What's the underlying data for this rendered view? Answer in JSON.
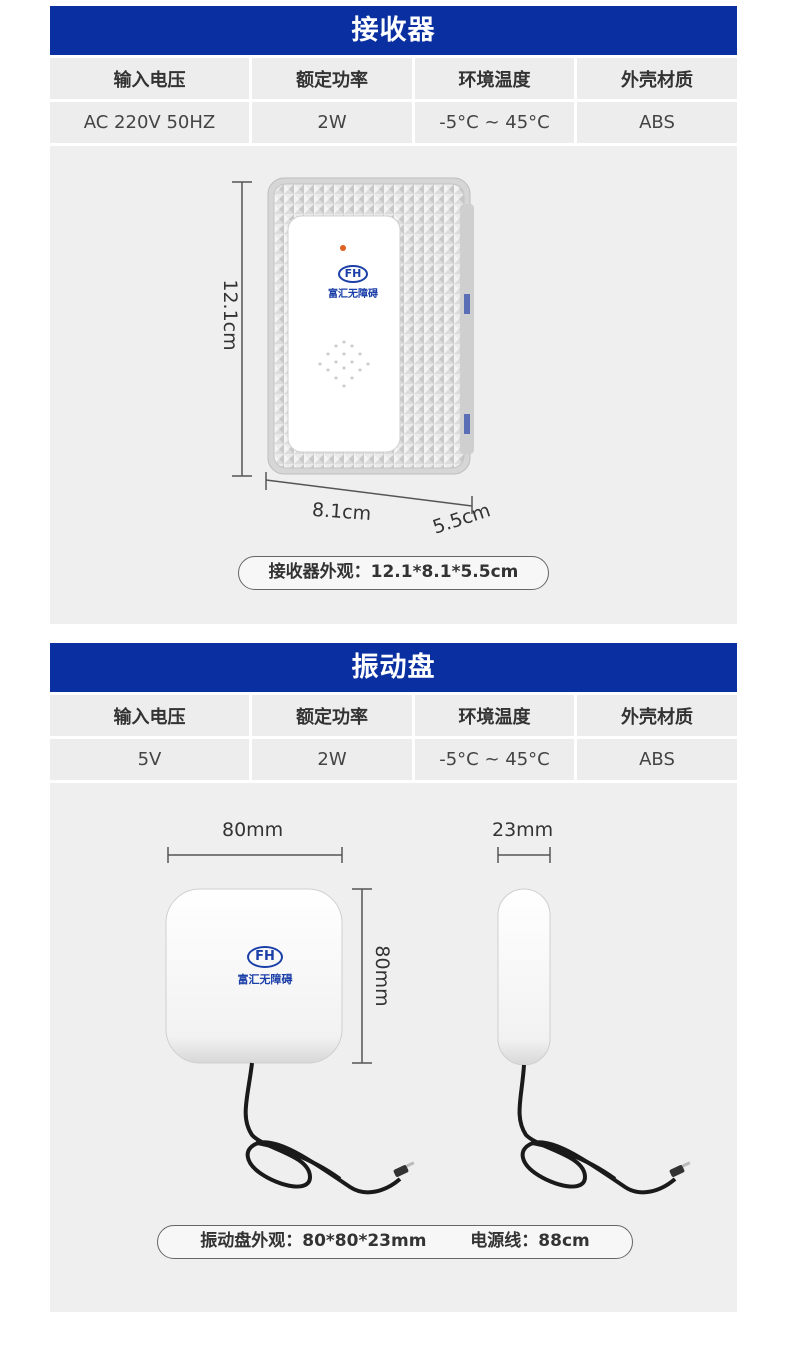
{
  "receiver": {
    "title": "接收器",
    "headers": [
      "输入电压",
      "额定功率",
      "环境温度",
      "外壳材质"
    ],
    "values": [
      "AC 220V 50HZ",
      "2W",
      "-5°C ~ 45°C",
      "ABS"
    ],
    "dim_height": "12.1cm",
    "dim_width": "8.1cm",
    "dim_depth": "5.5cm",
    "brand_mark": "FH",
    "brand_name": "富汇无障碍",
    "caption": "接收器外观：12.1*8.1*5.5cm"
  },
  "vibrator": {
    "title": "振动盘",
    "headers": [
      "输入电压",
      "额定功率",
      "环境温度",
      "外壳材质"
    ],
    "values": [
      "5V",
      "2W",
      "-5°C ~ 45°C",
      "ABS"
    ],
    "dim_width": "80mm",
    "dim_height": "80mm",
    "dim_thickness": "23mm",
    "brand_mark": "FH",
    "brand_name": "富汇无障碍",
    "caption_size": "振动盘外观：80*80*23mm",
    "caption_cable": "电源线：88cm"
  },
  "colors": {
    "band": "#0a2fa0",
    "panel": "#efefef",
    "cell": "#ededed",
    "logo": "#1b3fa8"
  }
}
